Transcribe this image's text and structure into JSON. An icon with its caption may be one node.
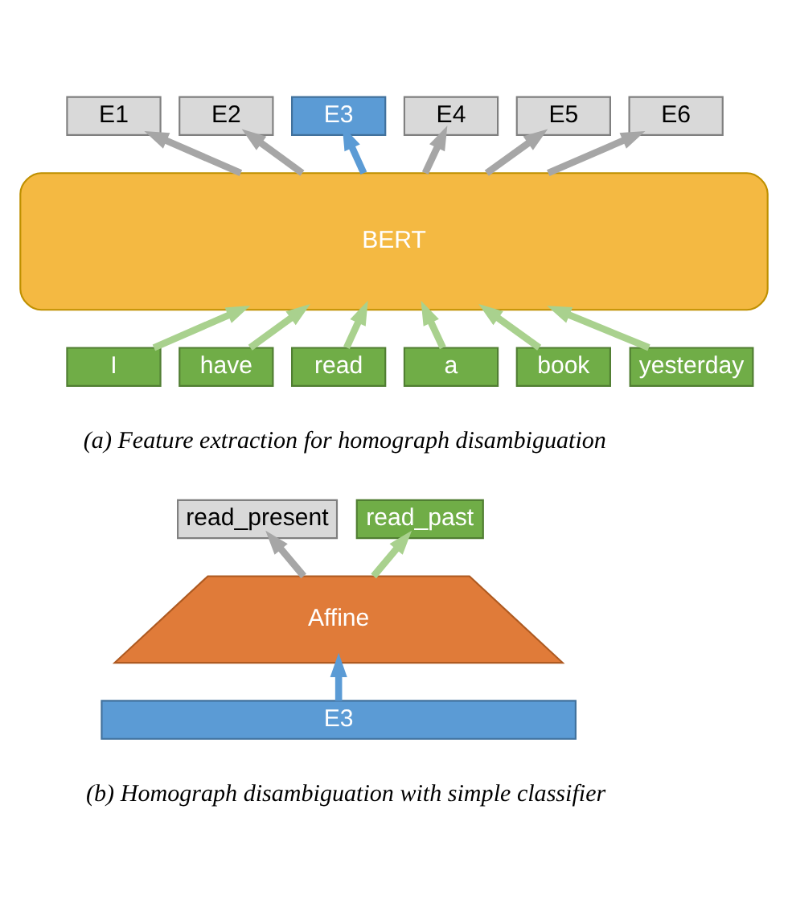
{
  "diagram": {
    "nodes": [
      {
        "text": [
          "E1"
        ]
      },
      {
        "text": [
          "E2"
        ]
      },
      {
        "text": [
          "E3"
        ]
      },
      {
        "text": [
          "E4"
        ]
      },
      {
        "text": [
          "E5"
        ]
      },
      {
        "text": [
          "E6"
        ]
      },
      {
        "text": [
          "BERT"
        ]
      },
      {
        "text": [
          "I"
        ]
      },
      {
        "text": [
          "have"
        ]
      },
      {
        "text": [
          "read"
        ]
      },
      {
        "text": [
          "a"
        ]
      },
      {
        "text": [
          "book"
        ]
      },
      {
        "text": [
          "yesterday"
        ]
      },
      {
        "text": [
          "read_present"
        ]
      },
      {
        "text": [
          "read_past"
        ]
      },
      {
        "text": [
          "Affine"
        ]
      },
      {
        "text": [
          "E3"
        ]
      }
    ],
    "edges": [
      {
        "from": 7,
        "to": 6,
        "arrow": "to",
        "color": "#a9d18e"
      },
      {
        "from": 8,
        "to": 6,
        "arrow": "to",
        "color": "#a9d18e"
      },
      {
        "from": 9,
        "to": 6,
        "arrow": "to",
        "color": "#a9d18e"
      },
      {
        "from": 10,
        "to": 6,
        "arrow": "to",
        "color": "#a9d18e"
      },
      {
        "from": 11,
        "to": 6,
        "arrow": "to",
        "color": "#a9d18e"
      },
      {
        "from": 12,
        "to": 6,
        "arrow": "to",
        "color": "#a9d18e"
      },
      {
        "from": 6,
        "to": 0,
        "arrow": "to",
        "color": "#a6a6a6"
      },
      {
        "from": 6,
        "to": 1,
        "arrow": "to",
        "color": "#a6a6a6"
      },
      {
        "from": 6,
        "to": 2,
        "arrow": "to",
        "color": "#5b9bd5"
      },
      {
        "from": 6,
        "to": 3,
        "arrow": "to",
        "color": "#a6a6a6"
      },
      {
        "from": 6,
        "to": 4,
        "arrow": "to",
        "color": "#a6a6a6"
      },
      {
        "from": 6,
        "to": 5,
        "arrow": "to",
        "color": "#a6a6a6"
      },
      {
        "from": 15,
        "to": 13,
        "arrow": "to",
        "color": "#a6a6a6"
      },
      {
        "from": 15,
        "to": 14,
        "arrow": "to",
        "color": "#a9d18e"
      },
      {
        "from": 16,
        "to": 15,
        "arrow": "to",
        "color": "#5b9bd5"
      }
    ],
    "labels": [
      "(a) Feature extraction for homograph disambiguation",
      "(b) Homograph disambiguation with simple classifier"
    ]
  }
}
